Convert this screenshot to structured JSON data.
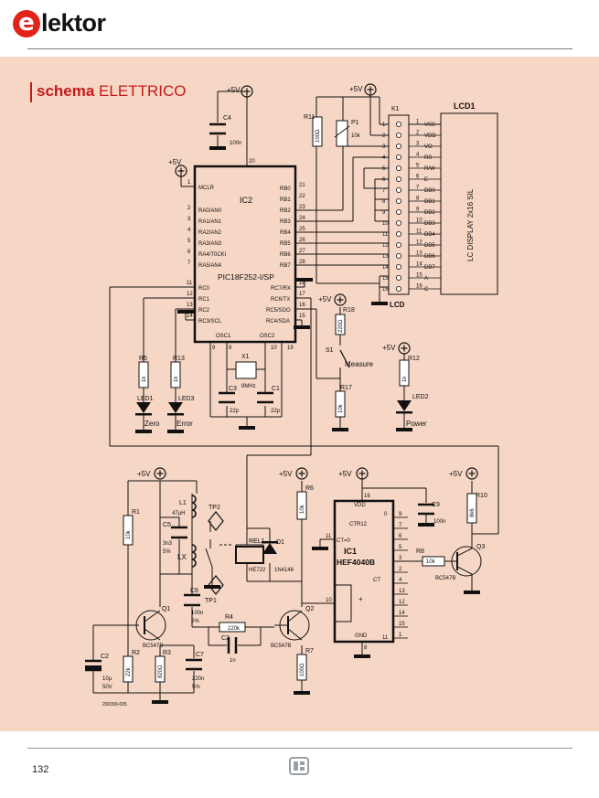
{
  "brand": {
    "logo_letter": "e",
    "logo_rest": "lektor"
  },
  "section": {
    "title_bold": "schema",
    "title_rest": " ELETTRICO"
  },
  "page_number": "132",
  "colors": {
    "panel": "#f6d6c4",
    "accent": "#c41a1a",
    "logo": "#e2231a"
  },
  "ic2": {
    "name": "IC2",
    "part": "PIC18F252-I/SP",
    "left_pins": [
      {
        "pin": "1",
        "label": "MCLR"
      },
      {
        "pin": "2",
        "label": "RA0/AN0"
      },
      {
        "pin": "3",
        "label": "RA1/AN1"
      },
      {
        "pin": "4",
        "label": "RA2/AN2"
      },
      {
        "pin": "5",
        "label": "RA3/AN3"
      },
      {
        "pin": "6",
        "label": "RA4/T0CKI"
      },
      {
        "pin": "7",
        "label": "RA5/AN4"
      }
    ],
    "right_pins": [
      {
        "pin": "21",
        "label": "RB0"
      },
      {
        "pin": "22",
        "label": "RB1"
      },
      {
        "pin": "23",
        "label": "RB2"
      },
      {
        "pin": "24",
        "label": "RB3"
      },
      {
        "pin": "25",
        "label": "RB4"
      },
      {
        "pin": "26",
        "label": "RB5"
      },
      {
        "pin": "27",
        "label": "RB6"
      },
      {
        "pin": "28",
        "label": "RB7"
      }
    ],
    "bottom_left_pins": [
      {
        "pin": "11",
        "label": "RC0"
      },
      {
        "pin": "12",
        "label": "RC1"
      },
      {
        "pin": "13",
        "label": "RC2"
      },
      {
        "pin": "14",
        "label": "RC3/SCL"
      }
    ],
    "bottom_right_pins": [
      {
        "pin": "18",
        "label": "RC7/RX"
      },
      {
        "pin": "17",
        "label": "RC6/TX"
      },
      {
        "pin": "16",
        "label": "RC5/SDO"
      },
      {
        "pin": "15",
        "label": "RC4/SDA"
      }
    ],
    "osc1": "OSC1",
    "osc2": "OSC2",
    "pin20": "20",
    "pin9": "9",
    "pin10": "10",
    "pin8": "8",
    "pin19": "19"
  },
  "lcd": {
    "name": "LCD1",
    "body": "LC DISPLAY 2x16 SIL",
    "connector": "K1",
    "connector_label": "LCD",
    "pins": [
      "VSS",
      "VDD",
      "VO",
      "RS",
      "R/W",
      "E",
      "DB0",
      "DB1",
      "DB2",
      "DB3",
      "DB4",
      "DB5",
      "DB6",
      "DB7",
      "A",
      "C"
    ]
  },
  "ic1": {
    "name": "IC1",
    "part": "HEF4040B",
    "vdd": "VDD",
    "gnd": "GND",
    "ctr": "CTR12",
    "ct0": "CT=0",
    "ct": "CT",
    "pin16": "16",
    "pin8": "8",
    "pin11": "11",
    "pin10": "10",
    "out_pins": [
      "9",
      "7",
      "6",
      "5",
      "3",
      "2",
      "4",
      "13",
      "12",
      "14",
      "15",
      "1"
    ],
    "out_idx": [
      "0",
      "",
      "",
      "",
      "",
      "",
      "",
      "",
      "",
      "",
      "",
      "11"
    ]
  },
  "power": "+5V",
  "components": {
    "C4": "C4",
    "C4v": "100n",
    "R11": "R11",
    "R11v": "100Ω",
    "P1": "P1",
    "P1v": "10k",
    "X1": "X1",
    "X1v": "8MHz",
    "C3": "C3",
    "C3v": "22p",
    "C1": "C1",
    "C1v": "22p",
    "R5": "R5",
    "R5v": "1k",
    "R13": "R13",
    "R13v": "1k",
    "LED1": "LED1",
    "LED1n": "Zero",
    "LED3": "LED3",
    "LED3n": "Error",
    "R18": "R18",
    "R18v": "220Ω",
    "S1": "S1",
    "S1n": "Measure",
    "R17": "R17",
    "R17v": "10k",
    "R12": "R12",
    "R12v": "1k",
    "LED2": "LED2",
    "LED2n": "Power",
    "R1": "R1",
    "R1v": "10k",
    "L1": "L1",
    "L1v": "47µH",
    "C5": "C5",
    "C5v": "3n3",
    "C5t": "5%",
    "LX": "LX",
    "TP1": "TP1",
    "TP2": "TP2",
    "REL1": "REL1",
    "REL1v": "HE722",
    "D1": "D1",
    "D1v": "1N4148",
    "R6": "R6",
    "R6v": "10k",
    "C6": "C6",
    "C6v": "100n",
    "C6t": "5%",
    "Q1": "Q1",
    "Q1v": "BC547B",
    "R4": "R4",
    "R4v": "220k",
    "C2": "C2",
    "C2v": "1n",
    "Q2": "Q2",
    "Q2v": "BC547B",
    "R2": "R2",
    "R2v": "22k",
    "R3": "R3",
    "R3v": "820Ω",
    "C7": "C7",
    "C7v": "220n",
    "C7t": "5%",
    "R7": "R7",
    "R7v": "100Ω",
    "Cel": "C2",
    "Celv": "10µ",
    "Celt": "50V",
    "C9": "C9",
    "C9v": "100n",
    "R10": "R10",
    "R10v": "8k6",
    "R8": "R8",
    "R8v": "10k",
    "Q3": "Q3",
    "Q3v": "BC547B"
  },
  "figure_code": "200390-005"
}
